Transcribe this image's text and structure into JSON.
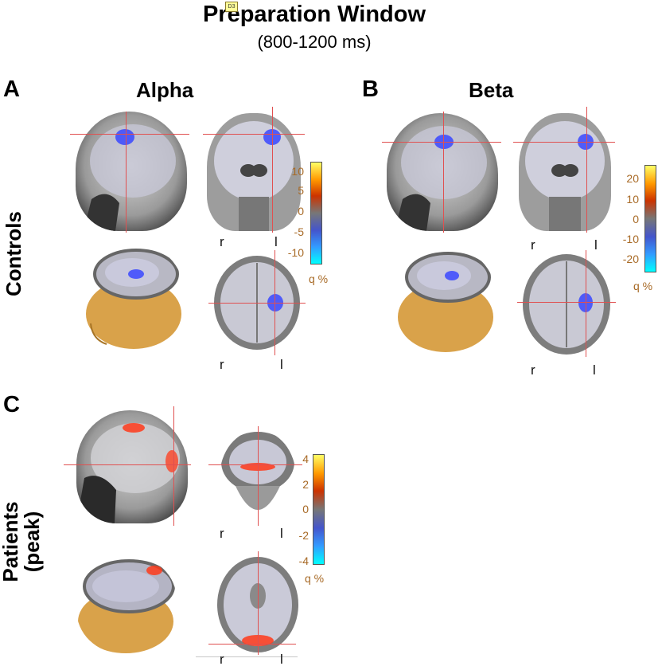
{
  "header": {
    "title": "Preparation Window",
    "subtitle": "(800-1200 ms)",
    "badge": "D3"
  },
  "panels": {
    "a": {
      "tag": "A",
      "heading": "Alpha"
    },
    "b": {
      "tag": "B",
      "heading": "Beta"
    },
    "c": {
      "tag": "C"
    }
  },
  "rows": {
    "controls": "Controls",
    "patients_line1": "Patients",
    "patients_line2": "(peak)"
  },
  "orientation": {
    "right": "r",
    "left": "l"
  },
  "colorbars": {
    "alpha": {
      "ticks": [
        "10",
        "5",
        "0",
        "-5",
        "-10"
      ],
      "unit": "q %"
    },
    "beta": {
      "ticks": [
        "20",
        "10",
        "0",
        "-10",
        "-20"
      ],
      "unit": "q %"
    },
    "patients": {
      "ticks": [
        "4",
        "2",
        "0",
        "-2",
        "-4"
      ],
      "unit": "q %"
    }
  },
  "colors": {
    "blob_negative": "#3a48ff",
    "blob_positive": "#ff3a1a",
    "head_skin": "#d9a24a",
    "crosshair": "#e05050"
  }
}
